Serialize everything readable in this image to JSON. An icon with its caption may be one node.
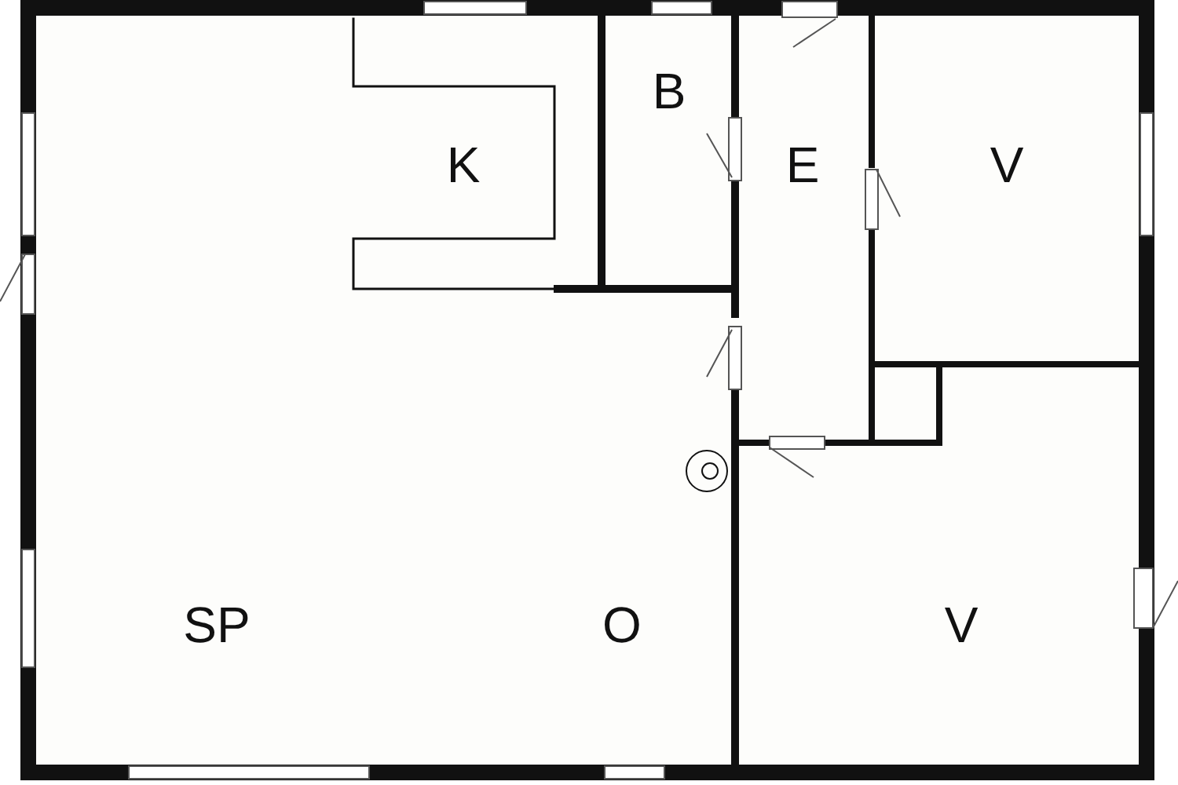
{
  "diagram": {
    "labels": [
      "B",
      "K",
      "E",
      "V",
      "SP",
      "O",
      "V"
    ]
  }
}
